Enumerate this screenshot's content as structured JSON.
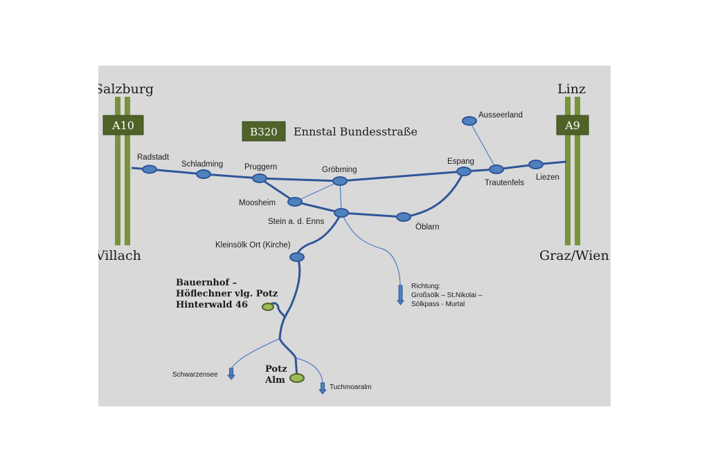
{
  "highways": {
    "west": {
      "shield": "A10",
      "north_city": "Salzburg",
      "south_city": "Villach"
    },
    "east": {
      "shield": "A9",
      "north_city": "Linz",
      "south_city": "Graz/Wien"
    }
  },
  "road_label": {
    "badge": "B320",
    "name": "Ennstal  Bundesstraße"
  },
  "towns": {
    "radstadt": "Radstadt",
    "schladming": "Schladming",
    "pruggern": "Pruggern",
    "groebming": "Gröbming",
    "espang": "Espang",
    "ausseerland": "Ausseerland",
    "trautenfels": "Trautenfels",
    "liezen": "Liezen",
    "moosheim": "Moosheim",
    "stein": "Stein a. d. Enns",
    "oeblarn": "Öblarn",
    "kleinsoelk": "Kleinsölk Ort (Kirche)"
  },
  "destinations": {
    "bauernhof": [
      "Bauernhof –",
      "Höflechner vlg. Potz",
      "Hinterwald 46"
    ],
    "potz_alm": [
      "Potz",
      "Alm"
    ]
  },
  "directions": {
    "richtung": [
      "Richtung:",
      "Großsölk – St.Nikolai –",
      "Sölkpass - Murtal"
    ],
    "schwarzensee": "Schwarzensee",
    "tuchmoaralm": "Tuchmoaralm"
  },
  "colors": {
    "panel": "#d9d9d9",
    "highway_green": "#77933c",
    "shield_green": "#4f6228",
    "road": "#2e5597",
    "node_fill": "#4f81bd",
    "minor_road": "#4a7ec0",
    "destination_node": "#9bbb59"
  }
}
